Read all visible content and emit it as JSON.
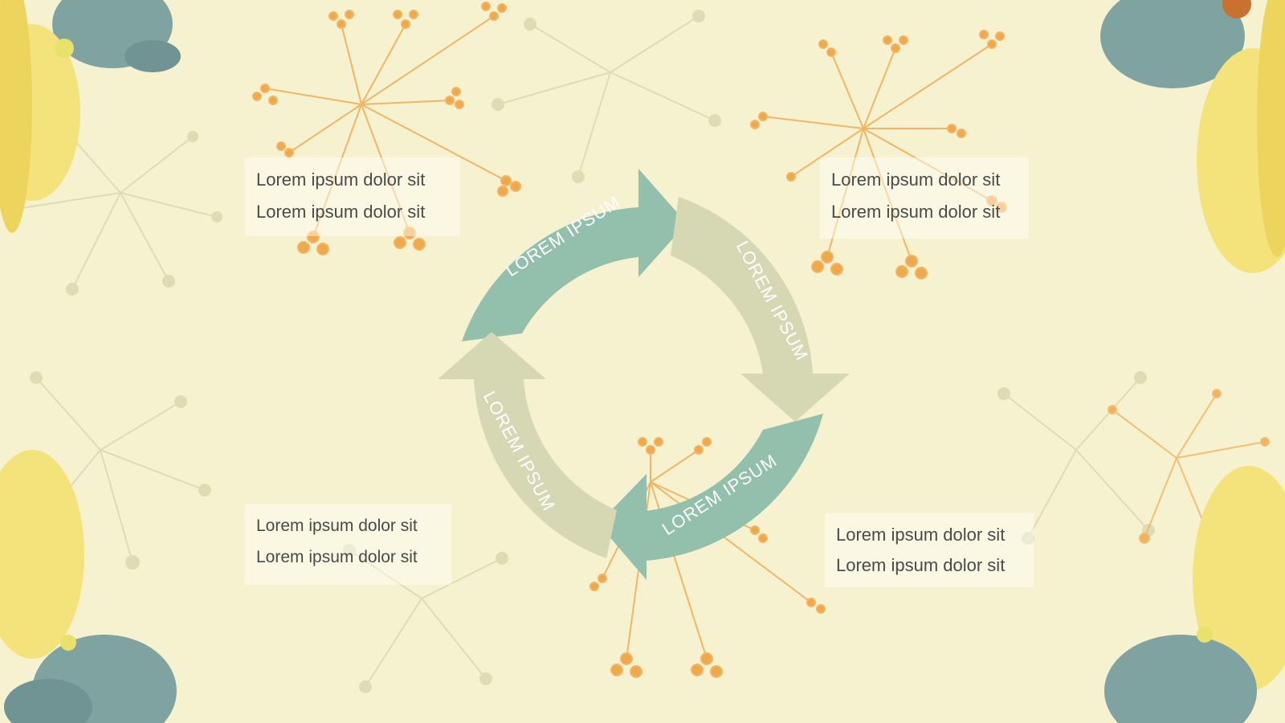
{
  "diagram": {
    "arrows": [
      {
        "label": "LOREM IPSUM",
        "color": "#93bfad",
        "emphasis": "strong"
      },
      {
        "label": "LOREM IPSUM",
        "color": "#d6d8b4",
        "emphasis": "faded"
      },
      {
        "label": "LOREM IPSUM",
        "color": "#93bfad",
        "emphasis": "strong"
      },
      {
        "label": "LOREM IPSUM",
        "color": "#d6d8b4",
        "emphasis": "faded"
      }
    ],
    "text_boxes": [
      {
        "lines": [
          "Lorem ipsum dolor sit",
          "Lorem ipsum dolor sit"
        ]
      },
      {
        "lines": [
          "Lorem ipsum dolor sit",
          "Lorem ipsum dolor sit"
        ]
      },
      {
        "lines": [
          "Lorem ipsum dolor sit",
          "Lorem ipsum dolor sit"
        ]
      },
      {
        "lines": [
          "Lorem ipsum dolor sit",
          "Lorem ipsum dolor sit"
        ]
      }
    ]
  },
  "colors": {
    "background": "#f6f2cf",
    "accent_orange": "#f0a94a",
    "teal": "#93bfad",
    "leaf_blue": "#7fa3a1",
    "flower_yellow": "#f4e27a"
  }
}
